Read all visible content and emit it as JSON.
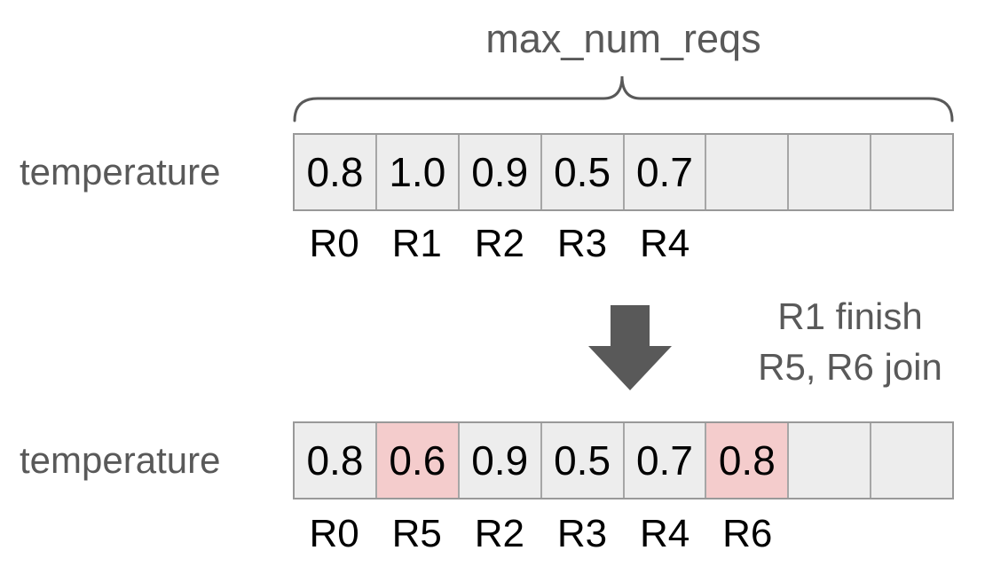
{
  "title": "max_num_reqs",
  "top_row": {
    "label": "temperature",
    "cells": [
      {
        "value": "0.8",
        "highlight": false
      },
      {
        "value": "1.0",
        "highlight": false
      },
      {
        "value": "0.9",
        "highlight": false
      },
      {
        "value": "0.5",
        "highlight": false
      },
      {
        "value": "0.7",
        "highlight": false
      },
      {
        "value": "",
        "highlight": false
      },
      {
        "value": "",
        "highlight": false
      },
      {
        "value": "",
        "highlight": false
      }
    ],
    "request_labels": [
      "R0",
      "R1",
      "R2",
      "R3",
      "R4",
      "",
      "",
      ""
    ]
  },
  "transition": {
    "icon": "down-arrow",
    "line1": "R1 finish",
    "line2": "R5, R6 join"
  },
  "bottom_row": {
    "label": "temperature",
    "cells": [
      {
        "value": "0.8",
        "highlight": false
      },
      {
        "value": "0.6",
        "highlight": true
      },
      {
        "value": "0.9",
        "highlight": false
      },
      {
        "value": "0.5",
        "highlight": false
      },
      {
        "value": "0.7",
        "highlight": false
      },
      {
        "value": "0.8",
        "highlight": true
      },
      {
        "value": "",
        "highlight": false
      },
      {
        "value": "",
        "highlight": false
      }
    ],
    "request_labels": [
      "R0",
      "R5",
      "R2",
      "R3",
      "R4",
      "R6",
      "",
      ""
    ]
  },
  "colors": {
    "cell_bg": "#ededed",
    "cell_highlight": "#f4cccc",
    "cell_border": "#a6a6a6",
    "outer_border": "#999999",
    "gray_text": "#595959",
    "value_text": "#000000",
    "bg": "#ffffff"
  }
}
